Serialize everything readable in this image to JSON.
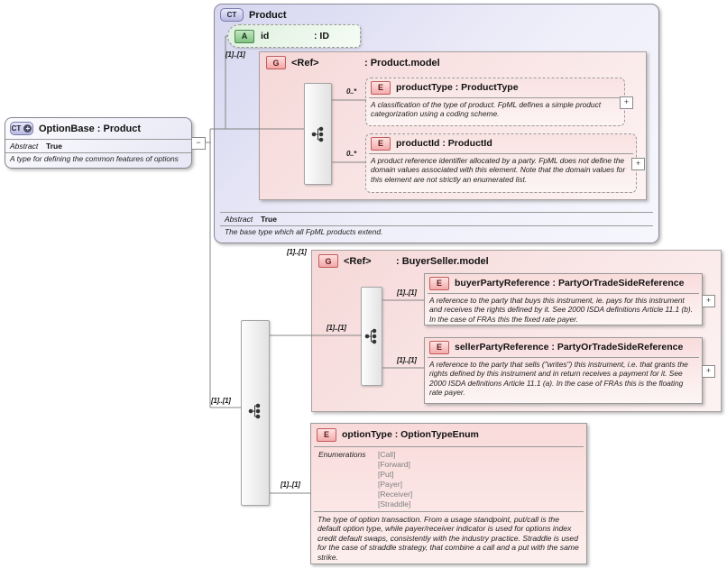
{
  "icons": {
    "complex_type": "CT",
    "attribute": "A",
    "group": "G",
    "element": "E",
    "collapse": "−",
    "expand": "+",
    "extension_plus": "+"
  },
  "colors": {
    "complex_type_fill": "#dcdcf2",
    "group_fill": "#f6d8d8",
    "element_fill": "#f9dcdc",
    "attribute_fill": "#def0de",
    "sequence_fill": "#ededed"
  },
  "root_box": {
    "title": "OptionBase : Product",
    "abstract_label": "Abstract",
    "abstract_value": "True",
    "annotation": "A type for defining the common features of options"
  },
  "product_box": {
    "title": "Product",
    "attribute": {
      "name": "id",
      "type": ": ID"
    },
    "group": {
      "ref": "<Ref>",
      "type": ": Product.model"
    },
    "product_type": {
      "title": "productType : ProductType",
      "annotation": "A classification of the type of product. FpML defines a simple product categorization using a coding scheme."
    },
    "product_id": {
      "title": "productId : ProductId",
      "annotation": "A product reference identifier allocated by a party. FpML does not define the domain values associated with this element. Note that the domain values for this element are not strictly an enumerated list."
    },
    "abstract_label": "Abstract",
    "abstract_value": "True",
    "annotation": "The base type which all FpML products extend."
  },
  "buyer_seller": {
    "group": {
      "ref": "<Ref>",
      "type": ": BuyerSeller.model"
    },
    "buyer": {
      "title": "buyerPartyReference : PartyOrTradeSideReference",
      "annotation": "A reference to the party that buys this instrument, ie. pays for this instrument and receives the rights defined by it. See 2000 ISDA definitions Article 11.1 (b). In the case of FRAs this the fixed rate payer."
    },
    "seller": {
      "title": "sellerPartyReference : PartyOrTradeSideReference",
      "annotation": "A reference to the party that sells (\"writes\") this instrument, i.e. that grants the rights defined by this instrument and in return receives a payment for it. See 2000 ISDA definitions Article 11.1 (a). In the case of FRAs this is the floating rate payer."
    }
  },
  "option_type": {
    "title": "optionType : OptionTypeEnum",
    "enumerations_label": "Enumerations",
    "enumerations": [
      "[Call]",
      "[Forward]",
      "[Put]",
      "[Payer]",
      "[Receiver]",
      "[Straddle]"
    ],
    "annotation": "The type of option transaction. From a usage standpoint, put/call is the default option type, while payer/receiver indicator is used for options index credit default swaps, consistently with the industry practice. Straddle is used for the case of straddle strategy, that combine a call and a put with the same strike."
  },
  "cardinalities": {
    "product_group": "[1]..[1]",
    "product_type": "0..*",
    "product_id": "0..*",
    "root_sequence": "[1]..[1]",
    "buyer_seller_group": "[1]..[1]",
    "buyer_seller_sequence": "[1]..[1]",
    "buyer": "[1]..[1]",
    "seller": "[1]..[1]",
    "option_type": "[1]..[1]"
  }
}
